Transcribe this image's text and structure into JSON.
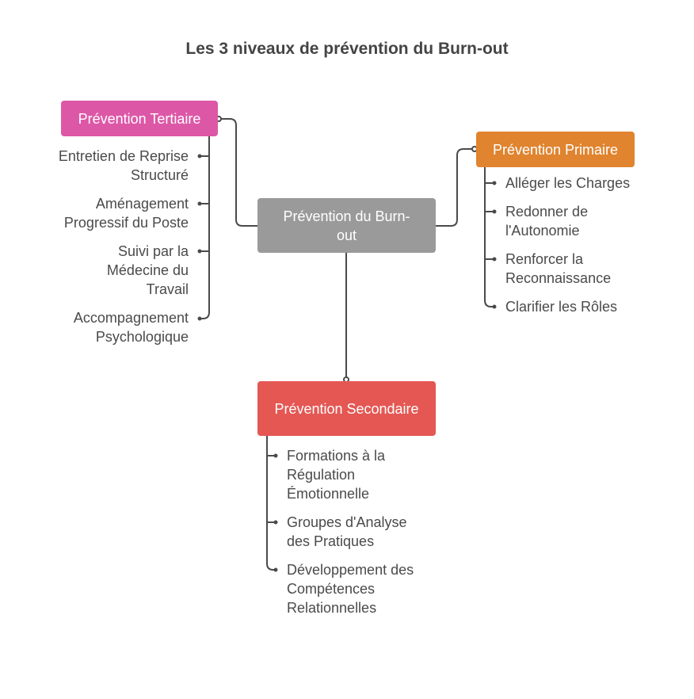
{
  "title": "Les 3 niveaux de prévention du Burn-out",
  "center": {
    "label": "Prévention du Burn-out",
    "color": "#9a9a9a"
  },
  "branches": {
    "tertiaire": {
      "label": "Prévention Tertiaire",
      "color": "#dd57a7",
      "items": [
        "Entretien de Reprise Structuré",
        "Aménagement Progressif du Poste",
        "Suivi par la Médecine du Travail",
        "Accompagnement Psychologique"
      ]
    },
    "primaire": {
      "label": "Prévention Primaire",
      "color": "#e0842f",
      "items": [
        "Alléger les Charges",
        "Redonner de l'Autonomie",
        "Renforcer la Reconnaissance",
        "Clarifier les Rôles"
      ]
    },
    "secondaire": {
      "label": "Prévention Secondaire",
      "color": "#e45753",
      "items": [
        "Formations à la Régulation Émotionnelle",
        "Groupes d'Analyse des Pratiques",
        "Développement des Compétences Relationnelles"
      ]
    }
  }
}
